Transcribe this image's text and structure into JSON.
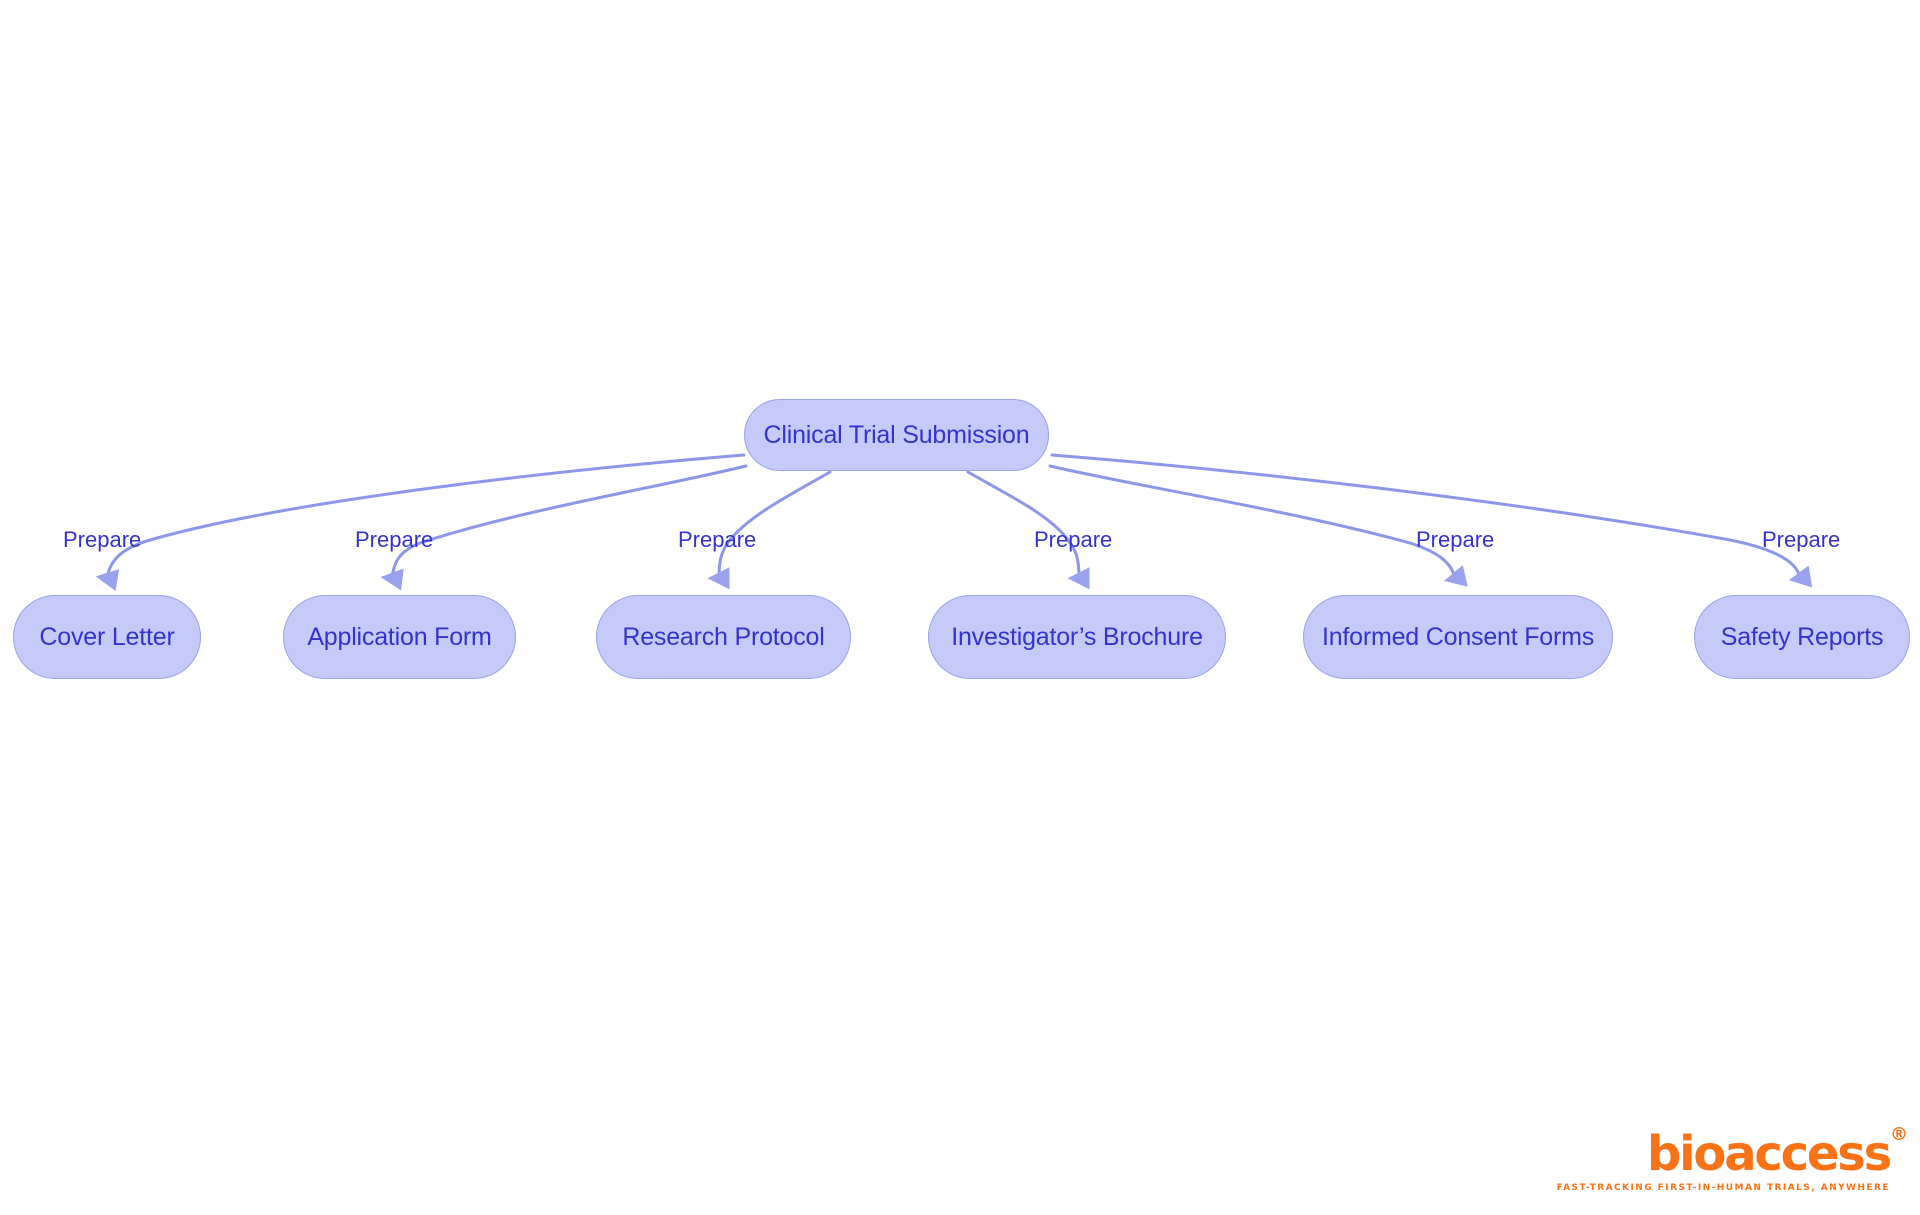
{
  "diagram": {
    "type": "flowchart",
    "title": "Clinical Trial Submission document preparation flowchart",
    "colors": {
      "node_fill": "#c5caf9",
      "node_border": "#9aa2ee",
      "node_text": "#3433cf",
      "edge_stroke": "#8e96ea",
      "edge_label_text": "#3433cf",
      "background": "#ffffff",
      "brand": "#f97316"
    },
    "root": {
      "id": "clinical-trial-submission",
      "label": "Clinical Trial Submission"
    },
    "nodes": [
      {
        "id": "cover-letter",
        "label": "Cover Letter"
      },
      {
        "id": "application-form",
        "label": "Application Form"
      },
      {
        "id": "research-protocol",
        "label": "Research Protocol"
      },
      {
        "id": "investigators-brochure",
        "label": "Investigator’s Brochure"
      },
      {
        "id": "informed-consent-forms",
        "label": "Informed Consent Forms"
      },
      {
        "id": "safety-reports",
        "label": "Safety Reports"
      }
    ],
    "edges": [
      {
        "from": "clinical-trial-submission",
        "to": "cover-letter",
        "label": "Prepare"
      },
      {
        "from": "clinical-trial-submission",
        "to": "application-form",
        "label": "Prepare"
      },
      {
        "from": "clinical-trial-submission",
        "to": "research-protocol",
        "label": "Prepare"
      },
      {
        "from": "clinical-trial-submission",
        "to": "investigators-brochure",
        "label": "Prepare"
      },
      {
        "from": "clinical-trial-submission",
        "to": "informed-consent-forms",
        "label": "Prepare"
      },
      {
        "from": "clinical-trial-submission",
        "to": "safety-reports",
        "label": "Prepare"
      }
    ]
  },
  "brand": {
    "name": "bioaccess",
    "registered_mark": "®",
    "tagline": "FAST-TRACKING FIRST-IN-HUMAN TRIALS, ANYWHERE"
  }
}
